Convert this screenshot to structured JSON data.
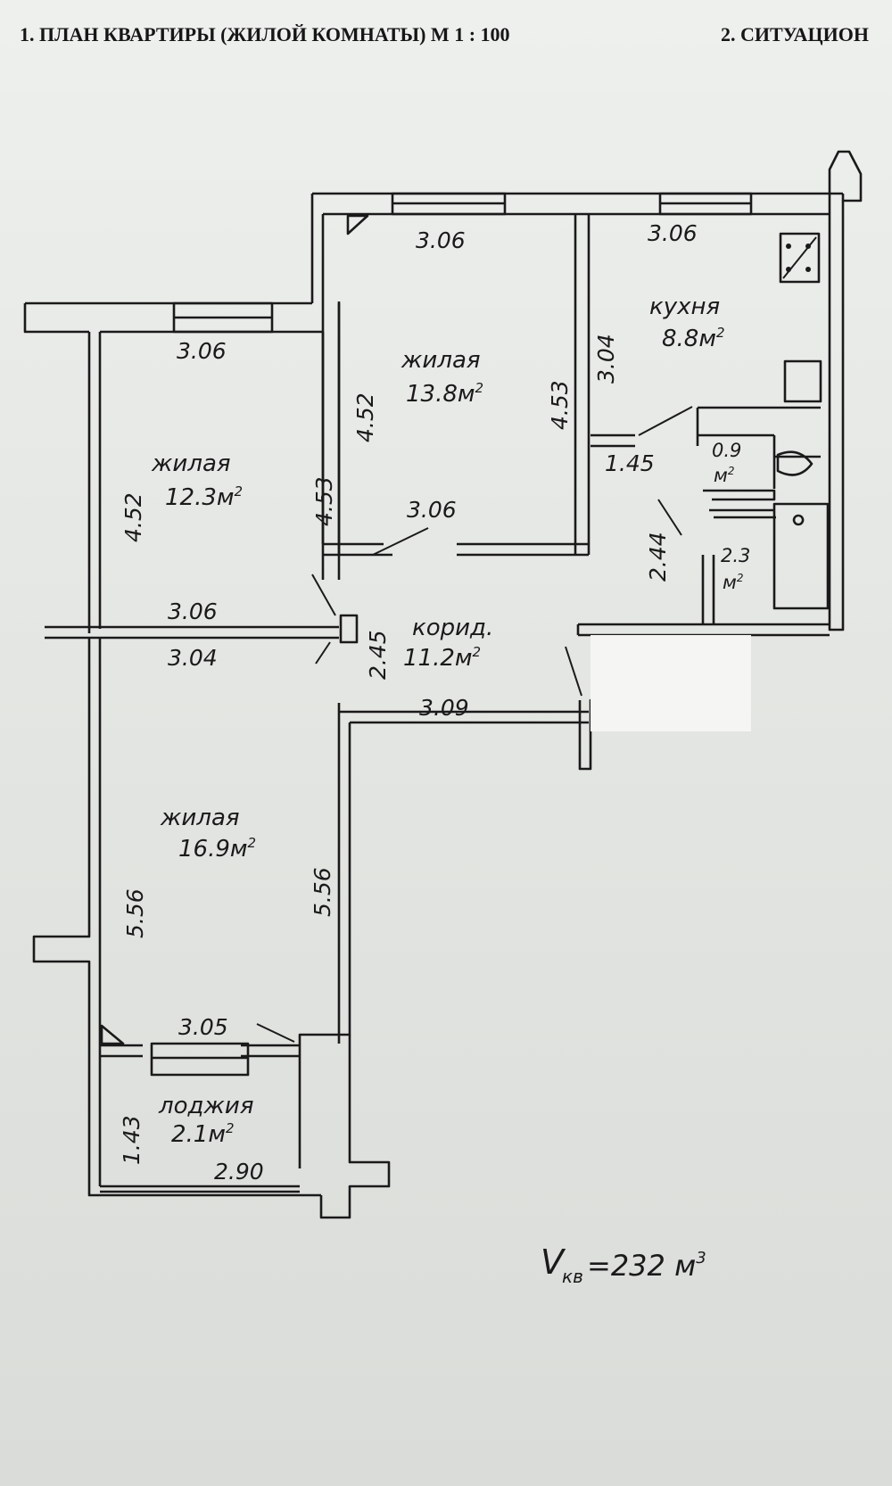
{
  "header": {
    "plan_title": "1. ПЛАН КВАРТИРЫ (ЖИЛОЙ КОМНАТЫ) М 1 : 100",
    "situation_title": "2. СИТУАЦИОН"
  },
  "rooms": {
    "living_top": {
      "name": "жилая",
      "area_value": "13.8",
      "unit": "м",
      "sup": "2"
    },
    "kitchen": {
      "name": "кухня",
      "area_value": "8.8",
      "unit": "м",
      "sup": "2"
    },
    "living_left": {
      "name": "жилая",
      "area_value": "12.3",
      "unit": "м",
      "sup": "2"
    },
    "corridor": {
      "name": "корид.",
      "area_value": "11.2",
      "unit": "м",
      "sup": "2"
    },
    "living_bottom": {
      "name": "жилая",
      "area_value": "16.9",
      "unit": "м",
      "sup": "2"
    },
    "loggia": {
      "name": "лоджия",
      "area_value": "2.1",
      "unit": "м",
      "sup": "2"
    },
    "toilet": {
      "area_value": "0.9",
      "unit": "м",
      "sup": "2"
    },
    "bathroom": {
      "area_value": "2.3",
      "unit": "м",
      "sup": "2"
    }
  },
  "dimensions": {
    "top_room_width": "3.06",
    "top_room_height_left": "4.52",
    "top_room_height_right": "4.53",
    "top_room_bottom": "3.06",
    "kitchen_width": "3.06",
    "kitchen_height": "3.04",
    "left_room_top": "3.06",
    "left_room_height_left": "4.52",
    "left_room_height_right": "4.53",
    "left_room_bottom": "3.06",
    "bottom_room_top": "3.04",
    "bottom_room_height_left": "5.56",
    "bottom_room_height_right": "5.56",
    "bottom_room_bottom": "3.05",
    "corridor_height": "2.45",
    "corridor_width": "3.09",
    "hall_width": "1.45",
    "bath_height": "2.44",
    "loggia_height": "1.43",
    "loggia_width": "2.90"
  },
  "volume": {
    "prefix": "V",
    "subscript": "кв",
    "text": "=232 м",
    "sup": "3"
  }
}
